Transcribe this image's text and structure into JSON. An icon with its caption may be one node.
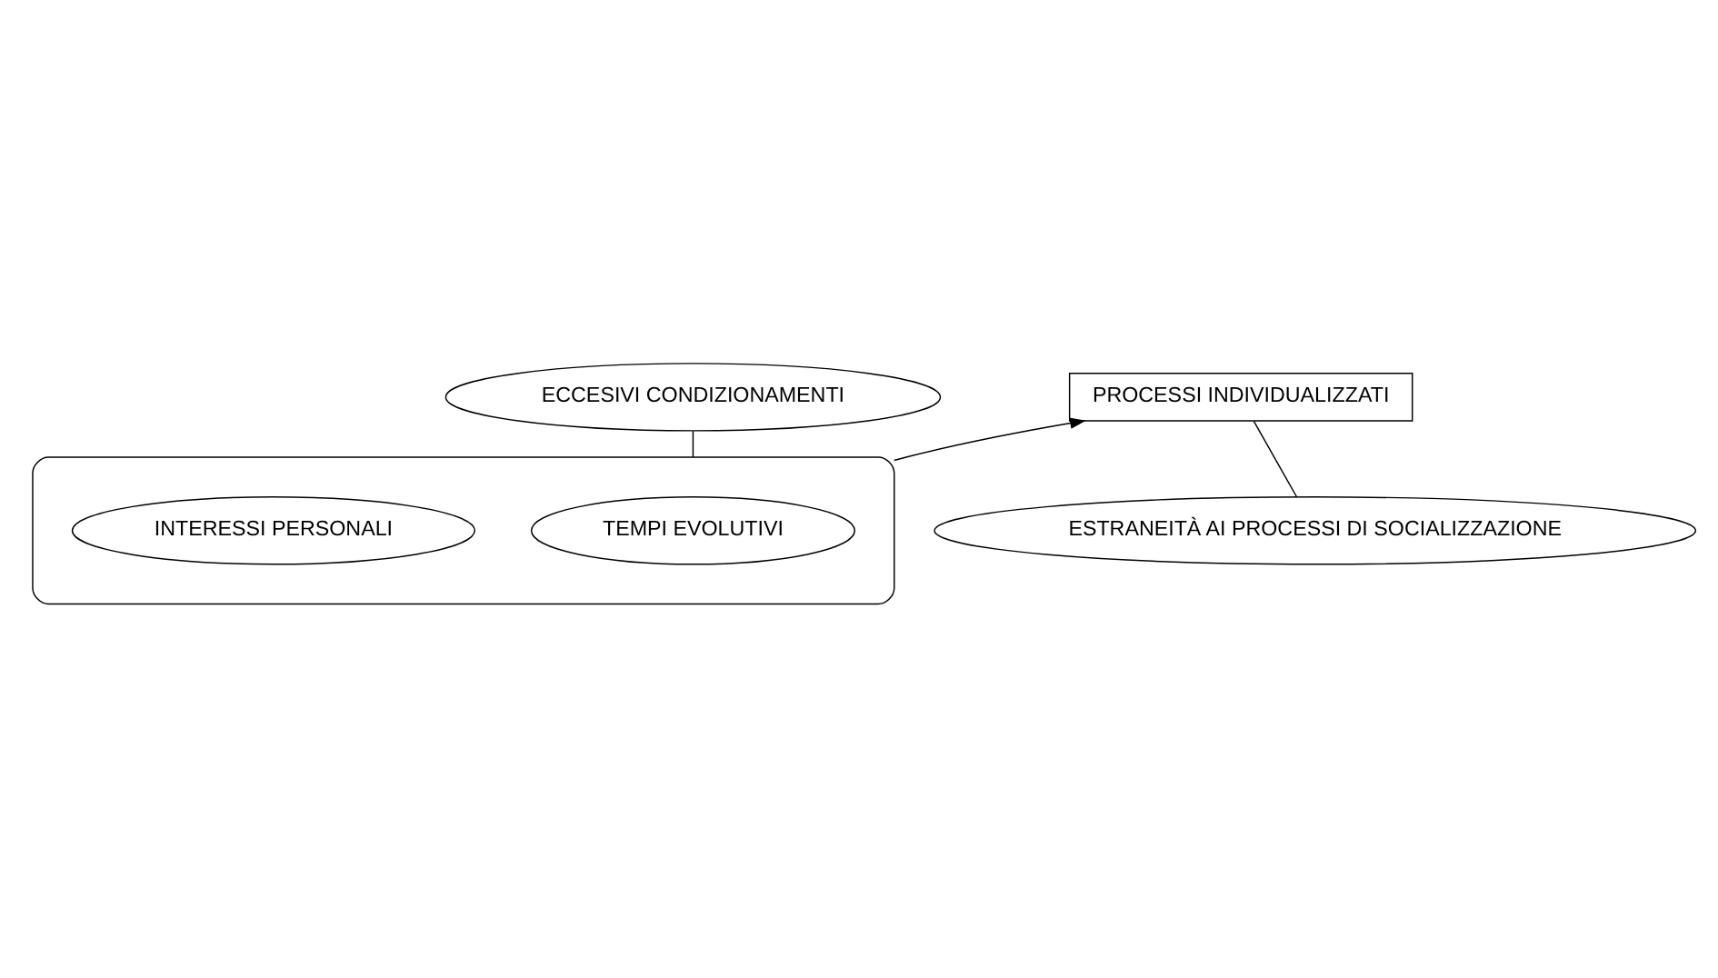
{
  "diagram": {
    "nodes": [
      {
        "text": [
          "PROCESSI INDIVIDUALIZZATI"
        ]
      },
      {
        "text": [
          "ECCESIVI CONDIZIONAMENTI"
        ]
      },
      {
        "text": [],
        "shape": "ellipse"
      },
      {
        "text": [
          "TEMPI EVOLUTIVI"
        ],
        "in": 2
      },
      {
        "text": [
          "INTERESSI PERSONALI"
        ],
        "in": 2
      },
      {
        "text": [
          "ESTRANEITÀ AI PROCESSI DI SOCIALIZZAZIONE"
        ]
      }
    ],
    "edges": [
      {
        "from": 2,
        "to": 0,
        "arrow": "to"
      },
      {
        "from": 1,
        "to": 2,
        "arrow": "none"
      },
      {
        "from": 5,
        "to": 0,
        "arrow": "none"
      }
    ]
  }
}
